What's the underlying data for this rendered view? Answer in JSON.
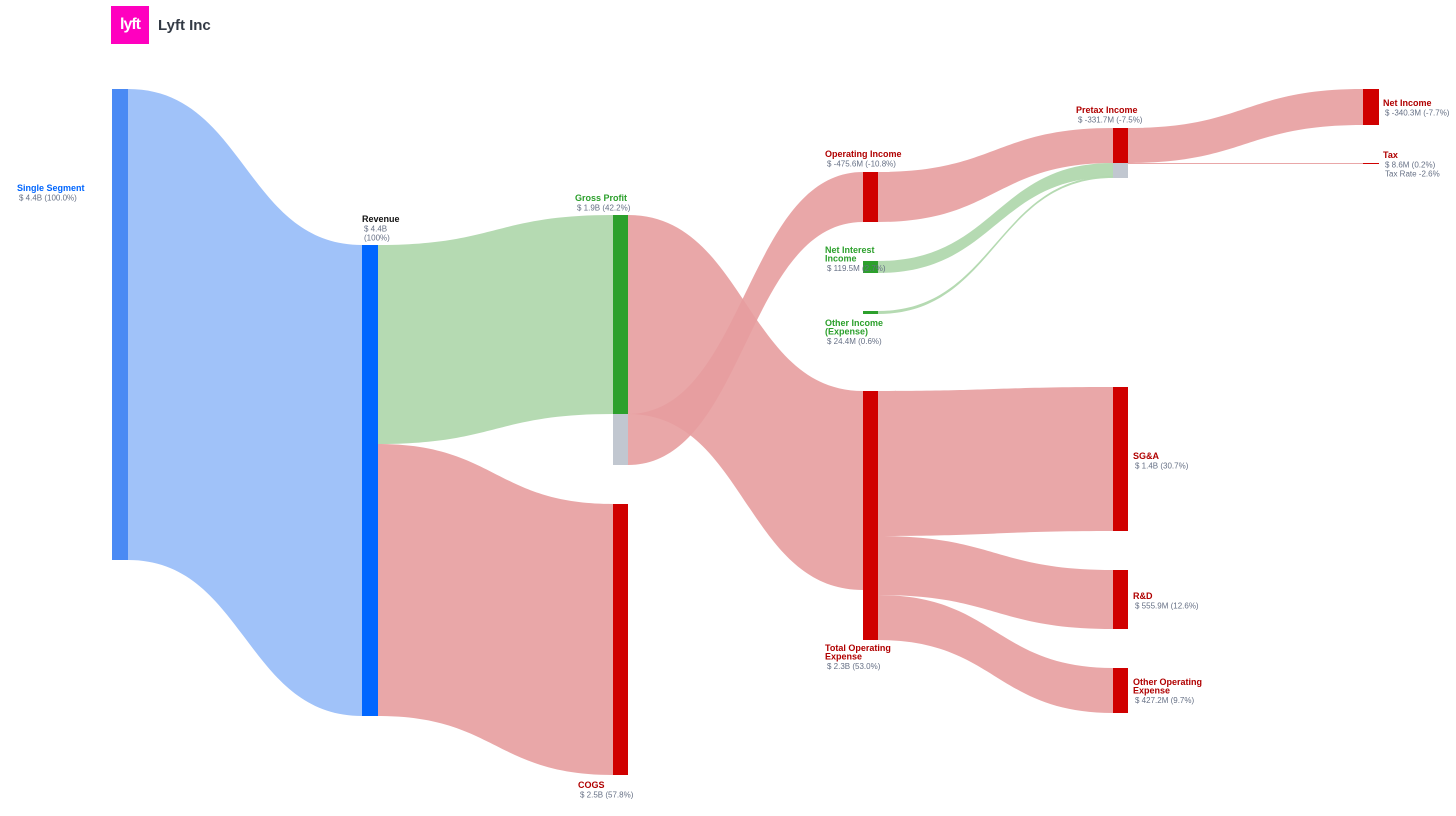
{
  "header": {
    "logo_text": "lyft",
    "company": "Lyft Inc"
  },
  "colors": {
    "segment": "#4a8af4",
    "revenue": "#0066ff",
    "profit": "#2ca02c",
    "cost": "#d00000",
    "grey": "#c1c7d0",
    "link_blue": "#a0c2f9",
    "link_green": "#b1d8ae",
    "link_red": "#e79d9e",
    "link_grey": "#c9ccd1",
    "text_blue": "#0066ff",
    "text_green": "#2ca02c",
    "text_red": "#b00000",
    "text_black": "#111111"
  },
  "chart_data": {
    "type": "sankey",
    "title": "Lyft Inc",
    "units": "USD",
    "nodes": [
      {
        "id": "segment",
        "name": "Single Segment",
        "value_label": "$ 4.4B (100.0%)",
        "value_m": 4400,
        "color": "segment"
      },
      {
        "id": "revenue",
        "name": "Revenue",
        "value_label": "$ 4.4B",
        "pct_label": "(100%)",
        "value_m": 4400,
        "color": "revenue"
      },
      {
        "id": "gross_profit",
        "name": "Gross Profit",
        "value_label": "$ 1.9B (42.2%)",
        "value_m": 1900,
        "color": "profit"
      },
      {
        "id": "cogs",
        "name": "COGS",
        "value_label": "$ 2.5B (57.8%)",
        "value_m": 2500,
        "color": "cost"
      },
      {
        "id": "operating_income",
        "name": "Operating Income",
        "value_label": "$ -475.6M (-10.8%)",
        "value_m": -475.6,
        "color": "cost"
      },
      {
        "id": "net_interest",
        "name": "Net Interest Income",
        "value_label": "$ 119.5M (2.7%)",
        "value_m": 119.5,
        "color": "profit"
      },
      {
        "id": "other_income",
        "name": "Other Income (Expense)",
        "value_label": "$ 24.4M (0.6%)",
        "value_m": 24.4,
        "color": "profit"
      },
      {
        "id": "total_opex",
        "name": "Total Operating Expense",
        "value_label": "$ 2.3B (53.0%)",
        "value_m": 2300,
        "color": "cost"
      },
      {
        "id": "pretax",
        "name": "Pretax Income",
        "value_label": "$ -331.7M (-7.5%)",
        "value_m": -331.7,
        "color": "cost"
      },
      {
        "id": "net_income",
        "name": "Net Income",
        "value_label": "$ -340.3M (-7.7%)",
        "value_m": -340.3,
        "color": "cost"
      },
      {
        "id": "tax",
        "name": "Tax",
        "value_label": "$ 8.6M (0.2%)",
        "extra_label": "Tax Rate -2.6%",
        "value_m": 8.6,
        "color": "cost"
      },
      {
        "id": "sga",
        "name": "SG&A",
        "value_label": "$ 1.4B (30.7%)",
        "value_m": 1400,
        "color": "cost"
      },
      {
        "id": "rnd",
        "name": "R&D",
        "value_label": "$ 555.9M (12.6%)",
        "value_m": 555.9,
        "color": "cost"
      },
      {
        "id": "other_opex",
        "name": "Other Operating Expense",
        "value_label": "$ 427.2M (9.7%)",
        "value_m": 427.2,
        "color": "cost"
      }
    ],
    "links": [
      {
        "source": "segment",
        "target": "revenue",
        "value_m": 4400
      },
      {
        "source": "revenue",
        "target": "gross_profit",
        "value_m": 1900
      },
      {
        "source": "revenue",
        "target": "cogs",
        "value_m": 2500
      },
      {
        "source": "gross_profit",
        "target": "total_opex",
        "value_m": 1900
      },
      {
        "source": "operating_income",
        "target": "total_opex",
        "value_m": 475.6
      },
      {
        "source": "operating_income",
        "target": "pretax",
        "value_m": 475.6
      },
      {
        "source": "net_interest",
        "target": "pretax",
        "value_m": 119.5
      },
      {
        "source": "other_income",
        "target": "pretax",
        "value_m": 24.4
      },
      {
        "source": "pretax",
        "target": "net_income",
        "value_m": 331.7
      },
      {
        "source": "tax",
        "target": "pretax",
        "value_m": 8.6
      },
      {
        "source": "total_opex",
        "target": "sga",
        "value_m": 1400
      },
      {
        "source": "total_opex",
        "target": "rnd",
        "value_m": 555.9
      },
      {
        "source": "total_opex",
        "target": "other_opex",
        "value_m": 427.2
      }
    ]
  }
}
